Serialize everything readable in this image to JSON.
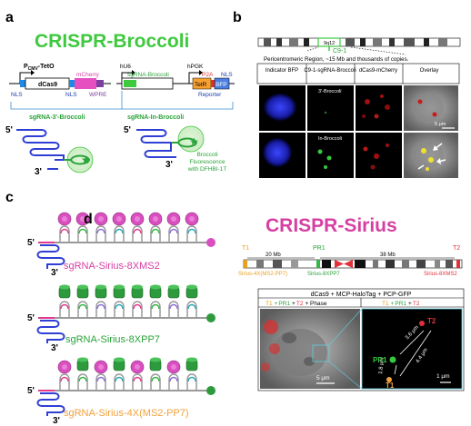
{
  "panels": {
    "a": "a",
    "b": "b",
    "c": "c",
    "d": "d"
  },
  "titles": {
    "broccoli": "CRISPR-Broccoli",
    "sirius": "CRISPR-Sirius"
  },
  "colors": {
    "broccoli_green": "#3ec93e",
    "sirius_magenta": "#d63fa3",
    "blue_strand": "#2f3fd6",
    "orange": "#f2a23a",
    "red": "#e0303a",
    "green": "#35b545",
    "teal": "#2aa6b5",
    "purple": "#8b6ed8"
  },
  "panel_a": {
    "promoter1": "P",
    "promoter1_sub": "CMV",
    "promoter1_suffix": "-TetO",
    "dcas9": "dCas9",
    "mcherry": "mCherry",
    "nls1": "NLS",
    "nls2": "NLS",
    "wpre": "WPRE",
    "hu6": "hU6",
    "sgrna_broccoli": "sgRNA-Broccoli",
    "hpgk": "hPGK",
    "p2a": "P2A",
    "nls3": "NLS",
    "tetr": "TetR",
    "bfp": "BFP",
    "reporter": "Reporter",
    "sg3": "sgRNA-3'-Broccoli",
    "sgin": "sgRNA-In-Broccoli",
    "five": "5'",
    "three": "3'",
    "fluor1": "Broccoli",
    "fluor2": "Fluorescence",
    "fluor3": "with DFHBI-1T"
  },
  "panel_b": {
    "band": "9q12",
    "c9": "C9-1",
    "pericentromeric": "Pericentromeric Region, ~15 Mb and thousands of copies.",
    "headers": [
      "Indicator BFP",
      "C9-1-sgRNA-Broccoli",
      "dCas9-mCherry",
      "Overlay"
    ],
    "row1_label": "3'-Broccoli",
    "row2_label": "In-Broccoli",
    "scale": "5 μm"
  },
  "panel_c": {
    "five": "5'",
    "three": "3'",
    "s1": "sgRNA-Sirius-8XMS2",
    "s2": "sgRNA-Sirius-8XPP7",
    "s3": "sgRNA-Sirius-4X(MS2-PP7)"
  },
  "panel_d": {
    "t1": "T1",
    "pr1": "PR1",
    "t2": "T2",
    "d1": "20 Mb",
    "d2": "38 Mb",
    "l1": "Sirius-4X(MS2-PP7)",
    "l2": "Sirius-8XPP7",
    "l3": "Sirius-8XMS2",
    "box_title": "dCas9 + MCP-HaloTag + PCP-GFP",
    "sub_left": {
      "t1": "T1",
      "plus1": "+",
      "pr1": "PR1",
      "plus2": "+",
      "t2": "T2",
      "phase": "+ Phase"
    },
    "sub_right": {
      "t1": "T1",
      "plus1": "+",
      "pr1": "PR1",
      "plus2": "+",
      "t2": "T2"
    },
    "dist1": "3.6 μm",
    "dist2": "4.4 μm",
    "dist3": "1.8 μm",
    "scale1": "5 μm",
    "scale2": "1 μm"
  }
}
